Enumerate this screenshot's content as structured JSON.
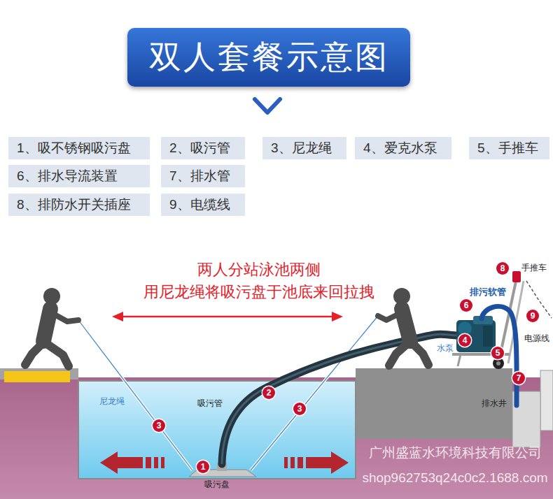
{
  "diagram": {
    "title": "双人套餐示意图",
    "nodes": [
      {
        "text": [
          "1、吸不锈钢吸污盘"
        ]
      },
      {
        "text": [
          "2、吸污管"
        ]
      },
      {
        "text": [
          "3、尼龙绳"
        ]
      },
      {
        "text": [
          "4、爱克水泵"
        ]
      },
      {
        "text": [
          "5、手推车"
        ]
      },
      {
        "text": [
          "6、排水导流装置"
        ]
      },
      {
        "text": [
          "7、排水管"
        ]
      },
      {
        "text": [
          "8、排防水开关插座"
        ]
      },
      {
        "text": [
          "9、电缆线"
        ]
      }
    ],
    "labels": [
      "两人分站泳池两侧",
      "用尼龙绳将吸污盘于池底来回拉拽",
      "8",
      "手推车",
      "排污软管",
      "6",
      "9",
      "电源线",
      "水泵",
      "4",
      "5",
      "7",
      "尼龙绳",
      "吸污管",
      "2",
      "3",
      "3",
      "排水井",
      "广州盛蓝水环境科技有限公司",
      "1",
      "吸污盘",
      "shop962753q24c0c2.1688.com"
    ]
  }
}
